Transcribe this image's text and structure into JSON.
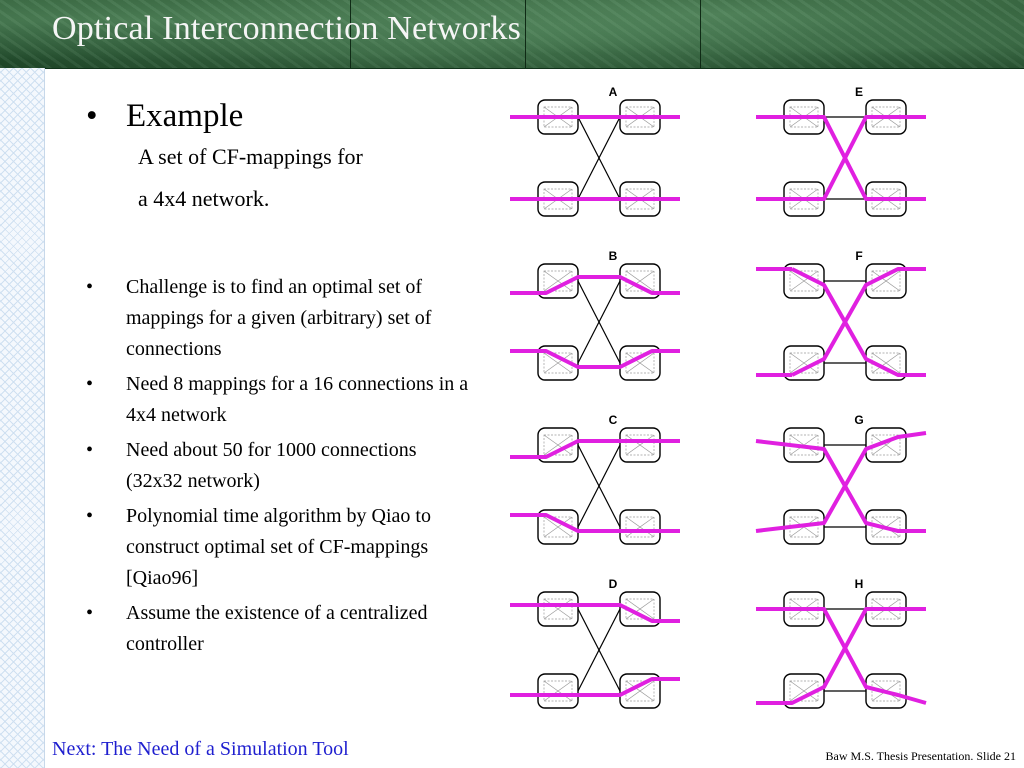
{
  "header": {
    "title": "Optical Interconnection Networks"
  },
  "content": {
    "bullet_symbol": "•",
    "main_bullet": "Example",
    "sub_lines": [
      "A set of CF-mappings for",
      "a 4x4 network."
    ],
    "bullets": [
      "Challenge is to find an optimal set of mappings for a given (arbitrary) set of connections",
      "Need 8 mappings for a 16 connections in a 4x4 network",
      "Need about 50 for 1000 connections (32x32 network)",
      "Polynomial time algorithm by Qiao to construct optimal set of CF-mappings [Qiao96]",
      "Assume the existence of a centralized controller"
    ]
  },
  "figure": {
    "labels": [
      "A",
      "B",
      "C",
      "D",
      "E",
      "F",
      "G",
      "H"
    ],
    "highlight_color": "#e020e0",
    "line_color": "#000000"
  },
  "footer": {
    "next_link": "Next: The Need of a Simulation Tool",
    "slide_info": "Baw M.S. Thesis Presentation. Slide 21"
  },
  "colors": {
    "header_green": "#24502e",
    "title_text": "#f5f5f5",
    "link_blue": "#1f1fcf"
  }
}
